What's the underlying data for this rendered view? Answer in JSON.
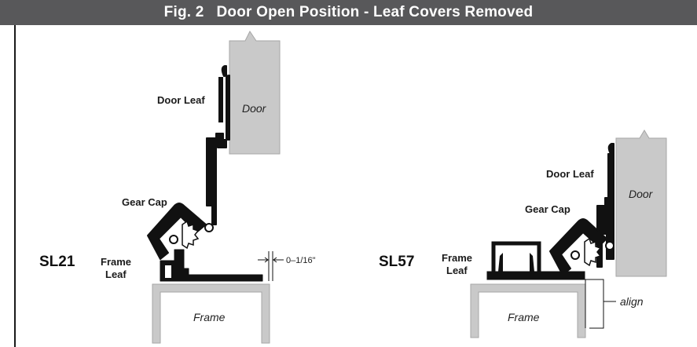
{
  "figure": {
    "number": "Fig. 2",
    "title": "Door Open Position - Leaf Covers Removed"
  },
  "left_assembly": {
    "model": "SL21",
    "door_label": "Door",
    "door_leaf_label": "Door Leaf",
    "gear_cap_label": "Gear Cap",
    "frame_leaf_label_line1": "Frame",
    "frame_leaf_label_line2": "Leaf",
    "frame_label": "Frame",
    "dimension_label": "0–1/16\""
  },
  "right_assembly": {
    "model": "SL57",
    "door_label": "Door",
    "door_leaf_label": "Door Leaf",
    "gear_cap_label": "Gear Cap",
    "frame_leaf_label_line1": "Frame",
    "frame_leaf_label_line2": "Leaf",
    "frame_label": "Frame",
    "align_label": "align"
  },
  "colors": {
    "banner": "#58585a",
    "part_fill": "#c9c9c9",
    "part_stroke": "#a6a6a6",
    "profile": "#111111"
  }
}
